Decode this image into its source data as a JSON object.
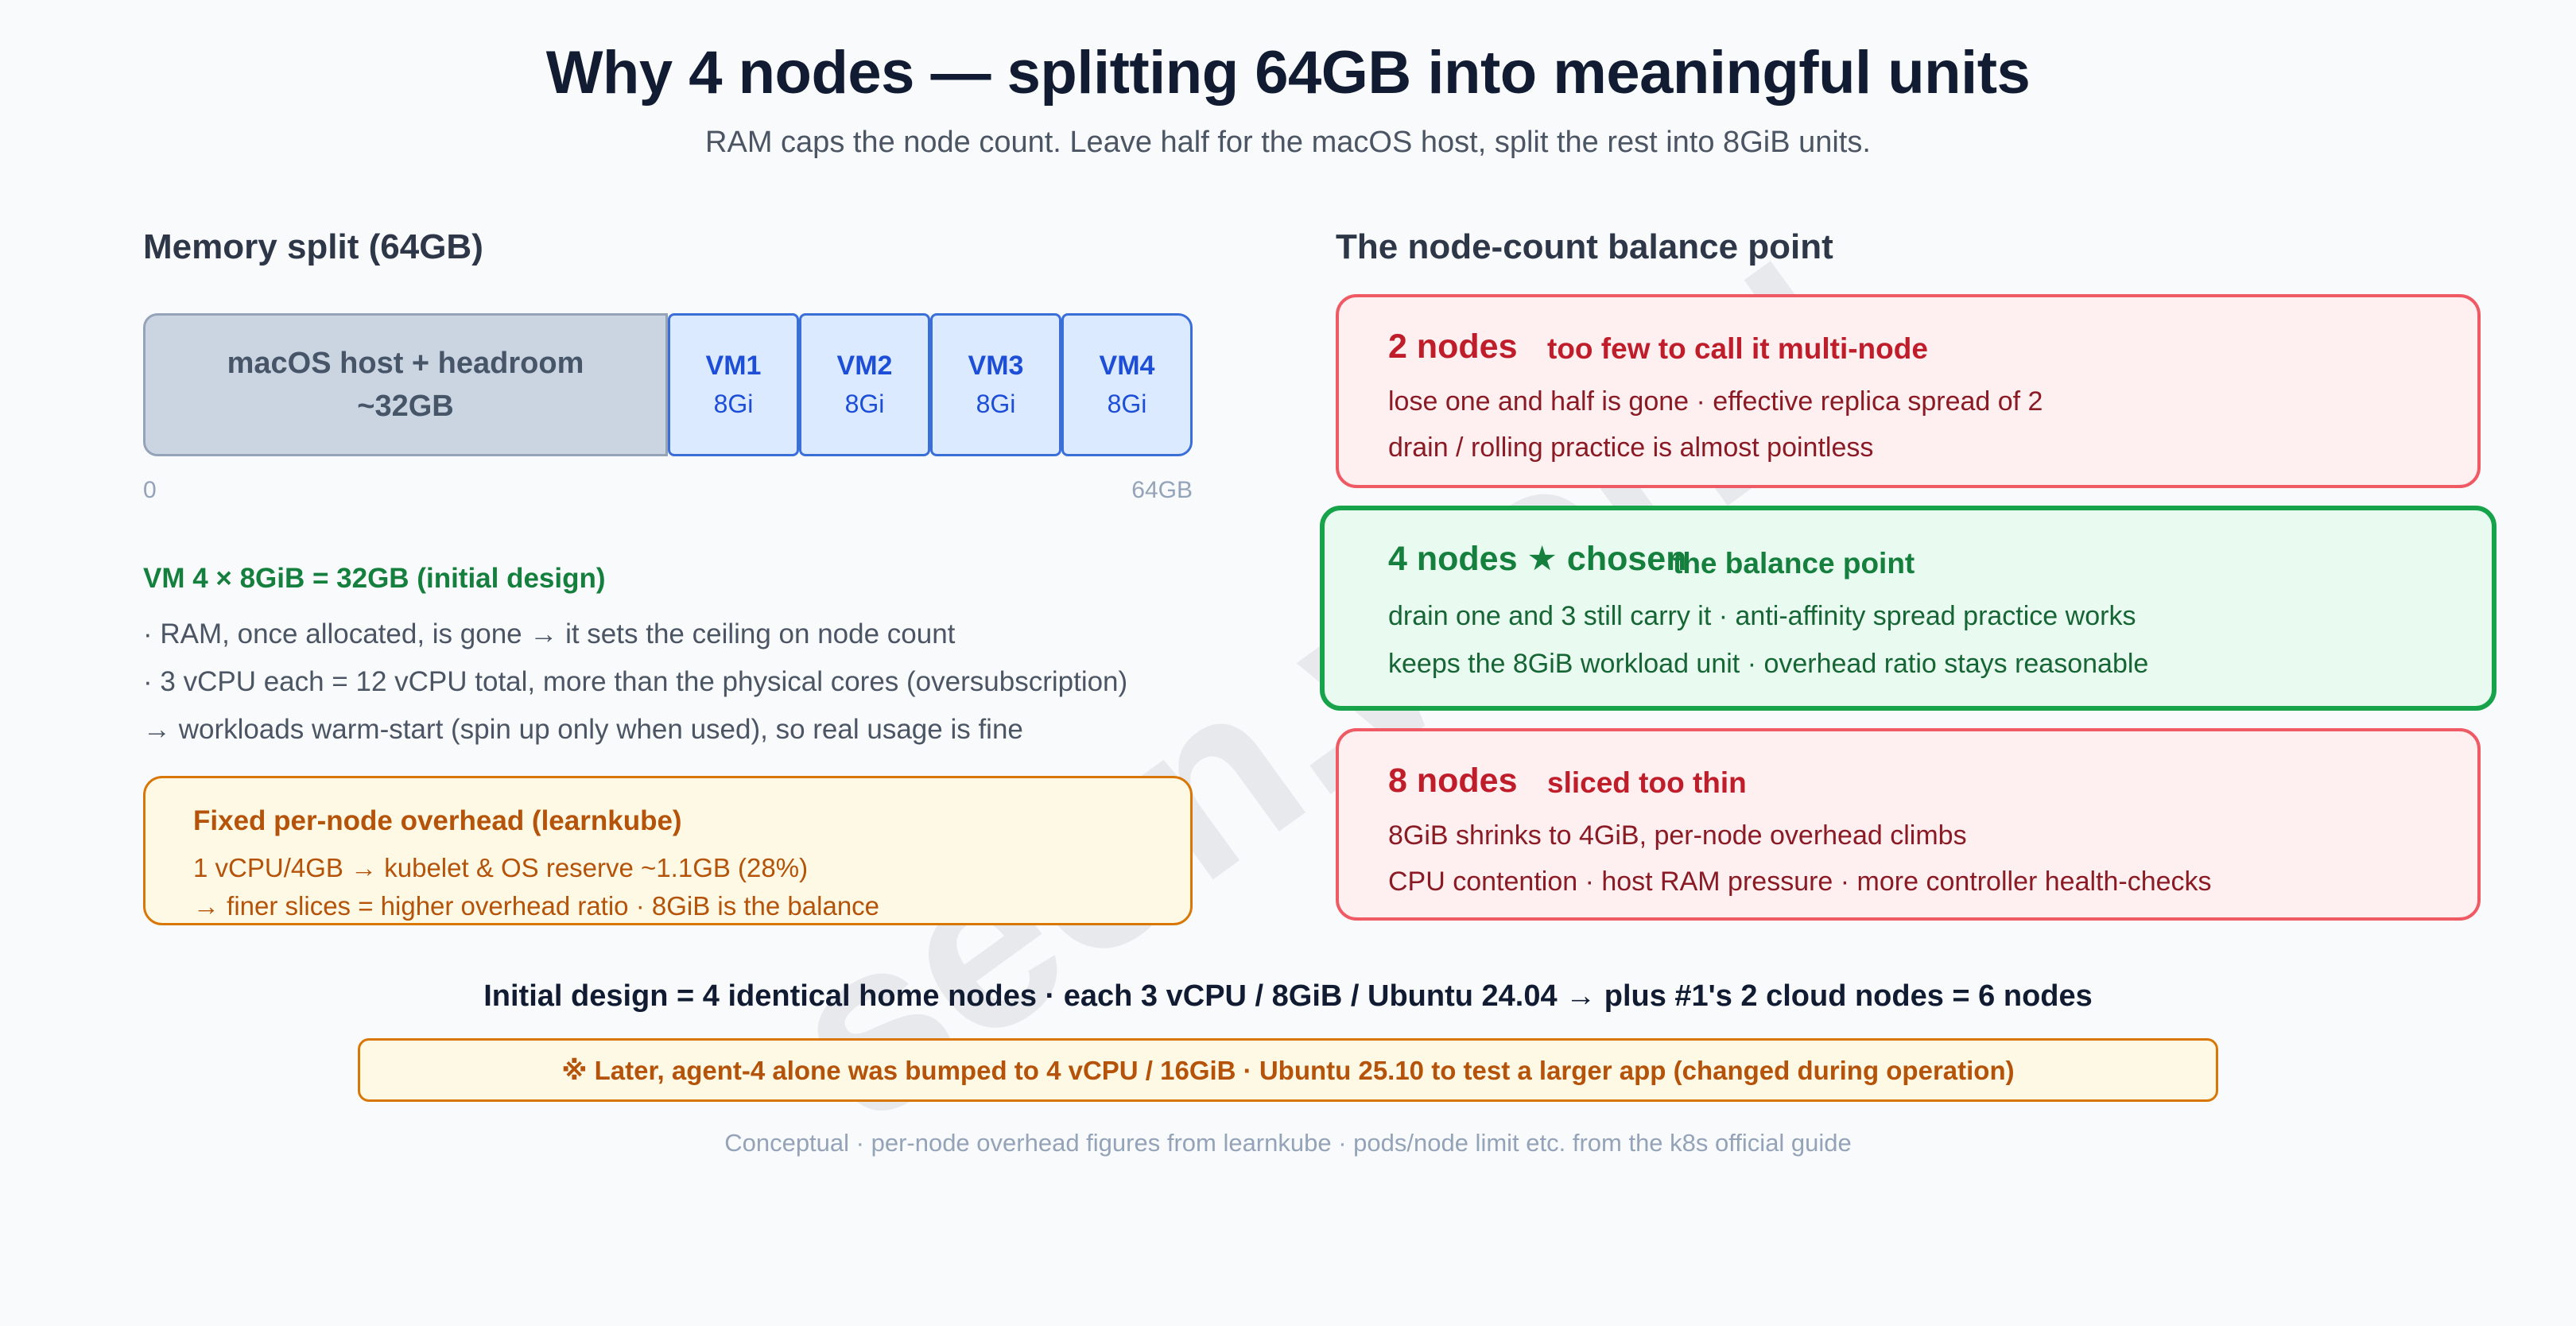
{
  "title": "Why 4 nodes — splitting 64GB into meaningful units",
  "subtitle": "RAM caps the node count. Leave half for the macOS host, split the rest into 8GiB units.",
  "memory": {
    "heading": "Memory split (64GB)",
    "host_label": "macOS host + headroom",
    "host_size": "~32GB",
    "host_share": 0.5,
    "vms": [
      {
        "name": "VM1",
        "size": "8Gi"
      },
      {
        "name": "VM2",
        "size": "8Gi"
      },
      {
        "name": "VM3",
        "size": "8Gi"
      },
      {
        "name": "VM4",
        "size": "8Gi"
      }
    ],
    "axis_min": "0",
    "axis_max": "64GB"
  },
  "design": {
    "heading": "VM 4 × 8GiB = 32GB (initial design)",
    "bullets": [
      "· RAM, once allocated, is gone → it sets the ceiling on node count",
      "· 3 vCPU each = 12 vCPU total, more than the physical cores (oversubscription)",
      "→ workloads warm-start (spin up only when used), so real usage is fine"
    ]
  },
  "overhead": {
    "heading": "Fixed per-node overhead (learnkube)",
    "lines": [
      "1 vCPU/4GB → kubelet & OS reserve ~1.1GB (28%)",
      "→ finer slices = higher overhead ratio · 8GiB is the balance"
    ]
  },
  "balance": {
    "heading": "The node-count balance point",
    "cards": [
      {
        "title": "2 nodes",
        "tag": "too few to call it multi-node",
        "lines": [
          "lose one and half is gone · effective replica spread of 2",
          "drain / rolling practice is almost pointless"
        ]
      },
      {
        "title": "4 nodes ★ chosen",
        "tag": "the balance point",
        "lines": [
          "drain one and 3 still carry it · anti-affinity spread practice works",
          "keeps the 8GiB workload unit · overhead ratio stays reasonable"
        ]
      },
      {
        "title": "8 nodes",
        "tag": "sliced too thin",
        "lines": [
          "8GiB shrinks to 4GiB, per-node overhead climbs",
          "CPU contention · host RAM pressure · more controller health-checks"
        ]
      }
    ]
  },
  "summary": "Initial design = 4 identical home nodes · each 3 vCPU / 8GiB / Ubuntu 24.04 → plus #1's 2 cloud nodes = 6 nodes",
  "note": "※ Later, agent-4 alone was bumped to 4 vCPU / 16GiB · Ubuntu 25.10 to test a larger app (changed during operation)",
  "footer": "Conceptual · per-node overhead figures from learnkube · pods/node limit etc. from the k8s official guide",
  "watermark": "seon.world"
}
